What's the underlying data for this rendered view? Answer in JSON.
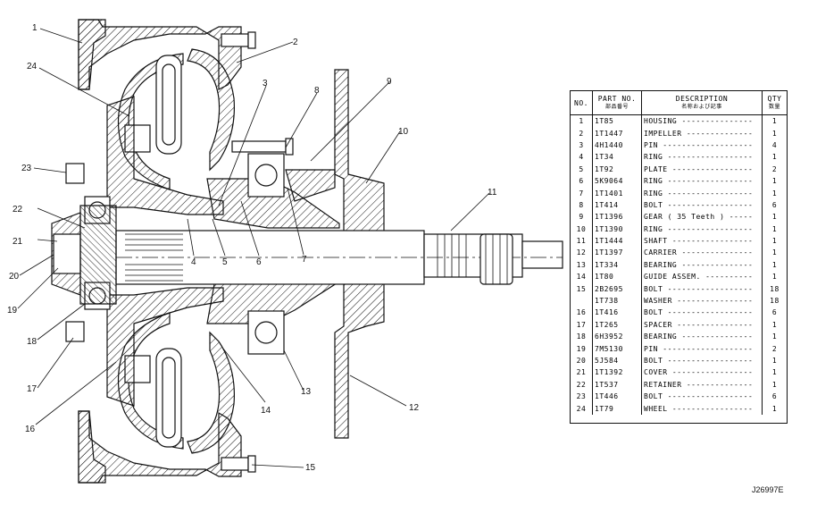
{
  "callouts": [
    "1",
    "2",
    "3",
    "4",
    "5",
    "6",
    "7",
    "8",
    "9",
    "10",
    "11",
    "12",
    "13",
    "14",
    "15",
    "16",
    "17",
    "18",
    "19",
    "20",
    "21",
    "22",
    "23",
    "24"
  ],
  "table": {
    "headers": {
      "no": "NO.",
      "part_no": "PART NO.",
      "part_no_sub": "部品番号",
      "description": "DESCRIPTION",
      "description_sub": "名称および記事",
      "qty": "QTY",
      "qty_sub": "数量"
    },
    "rows": [
      {
        "no": "1",
        "part": "1T85",
        "desc": "HOUSING",
        "qty": "1"
      },
      {
        "no": "2",
        "part": "1T1447",
        "desc": "IMPELLER",
        "qty": "1"
      },
      {
        "no": "3",
        "part": "4H1440",
        "desc": "PIN",
        "qty": "4"
      },
      {
        "no": "4",
        "part": "1T34",
        "desc": "RING",
        "qty": "1"
      },
      {
        "no": "5",
        "part": "1T92",
        "desc": "PLATE",
        "qty": "2"
      },
      {
        "no": "6",
        "part": "5K9064",
        "desc": "RING",
        "qty": "1"
      },
      {
        "no": "7",
        "part": "1T1401",
        "desc": "RING",
        "qty": "1"
      },
      {
        "no": "8",
        "part": "1T414",
        "desc": "BOLT",
        "qty": "6"
      },
      {
        "no": "9",
        "part": "1T1396",
        "desc": "GEAR ( 35 Teeth )",
        "qty": "1"
      },
      {
        "no": "10",
        "part": "1T1390",
        "desc": "RING",
        "qty": "1"
      },
      {
        "no": "11",
        "part": "1T1444",
        "desc": "SHAFT",
        "qty": "1"
      },
      {
        "no": "12",
        "part": "1T1397",
        "desc": "CARRIER",
        "qty": "1"
      },
      {
        "no": "13",
        "part": "1T334",
        "desc": "BEARING",
        "qty": "1"
      },
      {
        "no": "14",
        "part": "1T80",
        "desc": "GUIDE ASSEM.",
        "qty": "1"
      },
      {
        "no": "15",
        "part": "2B2695",
        "desc": "BOLT",
        "qty": "18"
      },
      {
        "no": "",
        "part": "1T738",
        "desc": "WASHER",
        "qty": "18"
      },
      {
        "no": "16",
        "part": "1T416",
        "desc": "BOLT",
        "qty": "6"
      },
      {
        "no": "17",
        "part": "1T265",
        "desc": "SPACER",
        "qty": "1"
      },
      {
        "no": "18",
        "part": "6H3952",
        "desc": "BEARING",
        "qty": "1"
      },
      {
        "no": "19",
        "part": "7M5130",
        "desc": "PIN",
        "qty": "2"
      },
      {
        "no": "20",
        "part": "5J584",
        "desc": "BOLT",
        "qty": "1"
      },
      {
        "no": "21",
        "part": "1T1392",
        "desc": "COVER",
        "qty": "1"
      },
      {
        "no": "22",
        "part": "1T537",
        "desc": "RETAINER",
        "qty": "1"
      },
      {
        "no": "23",
        "part": "1T446",
        "desc": "BOLT",
        "qty": "6"
      },
      {
        "no": "24",
        "part": "1T79",
        "desc": "WHEEL",
        "qty": "1"
      }
    ]
  },
  "figure_id": "J26997E"
}
